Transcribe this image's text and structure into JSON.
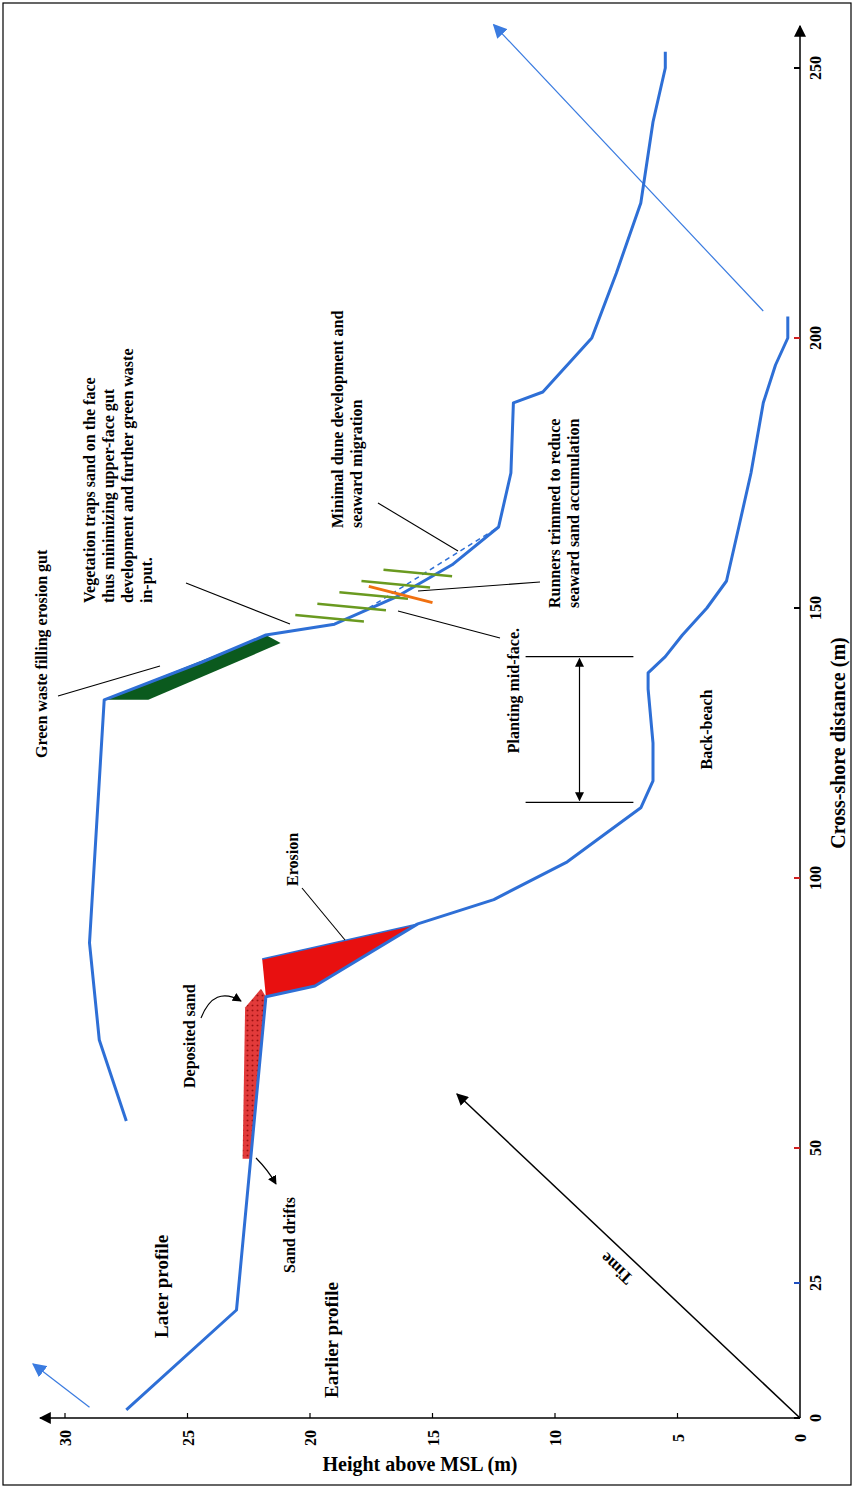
{
  "diagram": {
    "labels": [
      "Later profile",
      "Earlier profile",
      "Green waste filling erosion gut",
      "Vegetation traps sand on the face thus minimizing upper-face gut development and further green waste in-put.",
      "Minimal dune development and seaward migration",
      "Planting mid-face.",
      "Runners trimmed to reduce seaward sand accumulation",
      "Erosion",
      "Deposited sand",
      "Sand drifts",
      "Back-beach",
      "Time",
      "Height above MSL (m)",
      "Cross-shore distance (m)",
      "0",
      "5",
      "10",
      "15",
      "20",
      "25",
      "30",
      "0",
      "25",
      "50",
      "100",
      "150",
      "200",
      "250"
    ]
  }
}
